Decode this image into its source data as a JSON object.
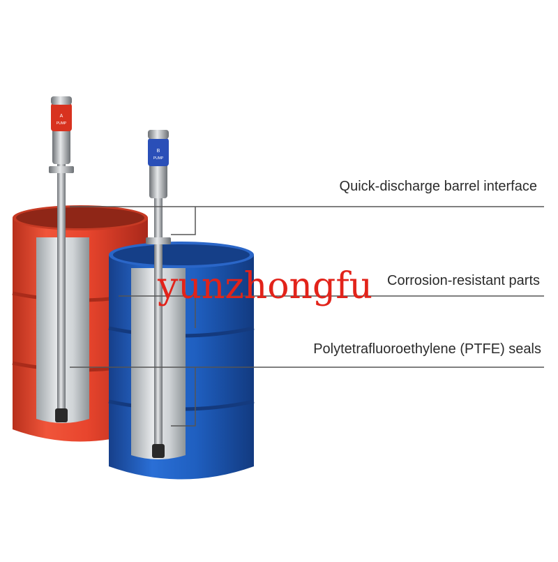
{
  "callouts": [
    "Quick-discharge barrel interface",
    "Corrosion-resistant parts",
    "Polytetrafluoroethylene (PTFE) seals"
  ],
  "watermark": "yunzhongfu",
  "pump_a": {
    "letter": "A",
    "text": "PUMP",
    "color": "#d8321f"
  },
  "pump_b": {
    "letter": "B",
    "text": "PUMP",
    "color": "#2a4fb8"
  },
  "colors": {
    "red_drum": "#e8452d",
    "blue_drum": "#1f5fc0",
    "drum_interior": "#cfd3d6",
    "leader_line": "#555555",
    "watermark": "#e2231a"
  }
}
